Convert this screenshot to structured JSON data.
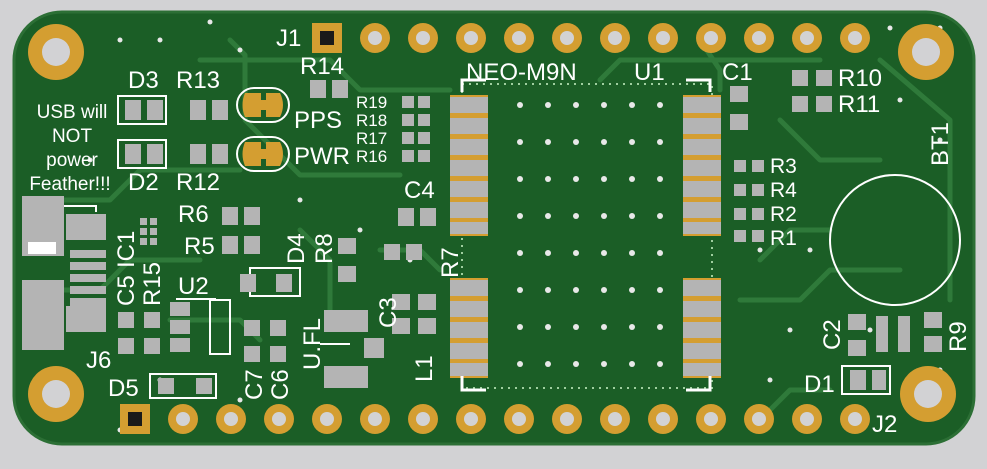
{
  "colors": {
    "background": "#d2d2d4",
    "board": "#1b5e26",
    "copper_trace": "#2f7a3a",
    "pad_gold": "#d49e31",
    "pad_silver": "#b4b4b4",
    "silkscreen": "#ffffff"
  },
  "labels": {
    "j1": "J1",
    "j2": "J2",
    "j6": "J6",
    "u1": "U1",
    "u2": "U2",
    "neo": "NEO-M9N",
    "c1": "C1",
    "c2": "C2",
    "c3": "C3",
    "c4": "C4",
    "c5": "C5",
    "c6": "C6",
    "c7": "C7",
    "r1": "R1",
    "r2": "R2",
    "r3": "R3",
    "r4": "R4",
    "r5": "R5",
    "r6": "R6",
    "r7": "R7",
    "r8": "R8",
    "r9": "R9",
    "r10": "R10",
    "r11": "R11",
    "r12": "R12",
    "r13": "R13",
    "r14": "R14",
    "r15": "R15",
    "r16": "R16",
    "r17": "R17",
    "r18": "R18",
    "r19": "R19",
    "d1": "D1",
    "d2": "D2",
    "d3": "D3",
    "d4": "D4",
    "d5": "D5",
    "ic1": "IC1",
    "l1": "L1",
    "bt1": "BT1",
    "ufl": "U.FL",
    "pps": "PPS",
    "pwr": "PWR"
  },
  "usb_note": [
    "USB will",
    "NOT",
    "power",
    "Feather!!!"
  ]
}
